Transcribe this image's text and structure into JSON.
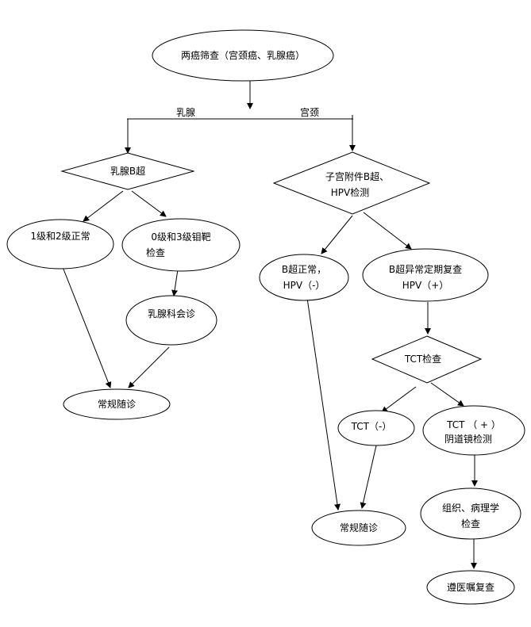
{
  "nodes": {
    "root": "两癌筛查（宫颈癌、乳腺癌）",
    "breast_us": "乳腺B超",
    "cervix_us_line1": "子宫附件B超、",
    "cervix_us_line2": "HPV检测",
    "grade12": "1级和2级正常",
    "grade03_line1": "0级和3级钼靶",
    "grade03_line2": "检查",
    "breast_consult": "乳腺科会诊",
    "routine_left": "常规随诊",
    "b_normal_line1": "B超正常，",
    "b_normal_line2": "HPV（-）",
    "b_abnormal_line1": "B超异常定期复查",
    "b_abnormal_line2": "HPV（+）",
    "tct_check": "TCT检查",
    "tct_neg": "TCT（-）",
    "tct_pos_line1": "TCT （ + ）",
    "tct_pos_line2": "阴道镜检测",
    "routine_right": "常规随诊",
    "pathology_line1": "组织、病理学",
    "pathology_line2": "检查",
    "follow_doctor": "遵医嘱复查"
  },
  "branch_labels": {
    "breast": "乳腺",
    "cervix": "宫颈"
  }
}
